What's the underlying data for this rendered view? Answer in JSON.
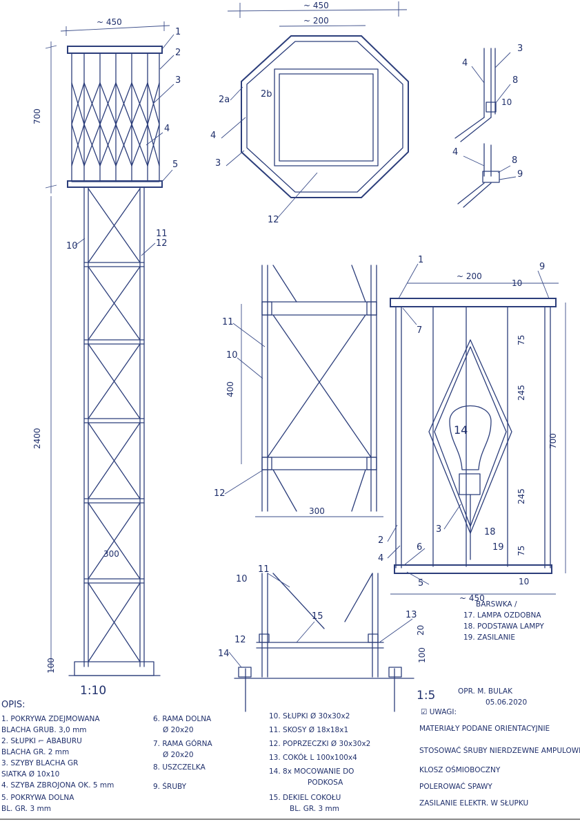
{
  "drawing": {
    "dimensions": {
      "top_width": "~ 450",
      "lamp_height": "700",
      "pole_height": "2400",
      "pole_width": "300",
      "plan_outer": "~ 450",
      "plan_inner": "~ 200",
      "section_height": "400",
      "section_width": "300",
      "lamp_width_top": "~ 200",
      "lamp_width_bottom": "~ 450",
      "lamp_total_height": "700",
      "seg_top": "75",
      "seg_mid1": "245",
      "seg_mid2": "245",
      "seg_bottom": "75",
      "base_100_left": "100",
      "base_100_right": "100",
      "base_20": "20",
      "small_10a": "10",
      "small_10b": "10",
      "small_10c": "10"
    },
    "callouts": [
      "1",
      "2",
      "3",
      "4",
      "5",
      "10",
      "11",
      "12",
      "2a",
      "2b",
      "4",
      "3",
      "12",
      "3",
      "4",
      "8",
      "4",
      "8",
      "9",
      "11",
      "10",
      "12",
      "1",
      "9",
      "7",
      "14",
      "2",
      "4",
      "6",
      "3",
      "18",
      "19",
      "5",
      "11",
      "10",
      "12",
      "15",
      "13",
      "14"
    ],
    "scales": {
      "main": "1:10",
      "detail": "1:5"
    },
    "author": {
      "name": "OPR. M. BULAK",
      "date": "05.06.2020"
    }
  },
  "legend": {
    "title": "OPIS:",
    "col1": [
      "1. POKRYWA ZDEJMOWANA",
      "BLACHA GRUB. 3,0 mm",
      "2. SŁUPKI ⌐ ABABURU",
      "BLACHA GR. 2 mm",
      "3. SZYBY BLACHA GR",
      "SIATKA Ø 10x10",
      "4. SZYBA ZBROJONA OK. 5 mm",
      "5. POKRYWA DOLNA",
      "BL. GR. 3 mm"
    ],
    "col2": [
      "6. RAMA DOLNA",
      "Ø 20x20",
      "7. RAMA GÓRNA",
      "Ø 20x20",
      "8. USZCZELKA",
      "9. ŚRUBY"
    ],
    "col3": [
      "10. SŁUPKI Ø 30x30x2",
      "11. SKOSY Ø 18x18x1",
      "12. POPRZECZKI Ø 30x30x2",
      "13. COKÓŁ L 100x100x4",
      "14. 8x MOCOWANIE DO",
      "PODKOSA",
      "15. DEKIEL COKOŁU",
      "BL. GR. 3 mm"
    ],
    "col4_title": "☑ UWAGI:",
    "col4": [
      "MATERIAŁY PODANE ORIENTACYJNIE",
      "STOSOWAĆ ŚRUBY NIERDZEWNE AMPULOWE",
      "KLOSZ OŚMIOBOCZNY",
      "POLEROWAĆ SPAWY",
      "ZASILANIE ELEKTR. W SŁUPKU"
    ],
    "lamp_title": "BARSWKA /",
    "lamp_items": [
      "17. LAMPA OZDOBNA",
      "18. PODSTAWA LAMPY",
      "19. ZASILANIE"
    ]
  }
}
